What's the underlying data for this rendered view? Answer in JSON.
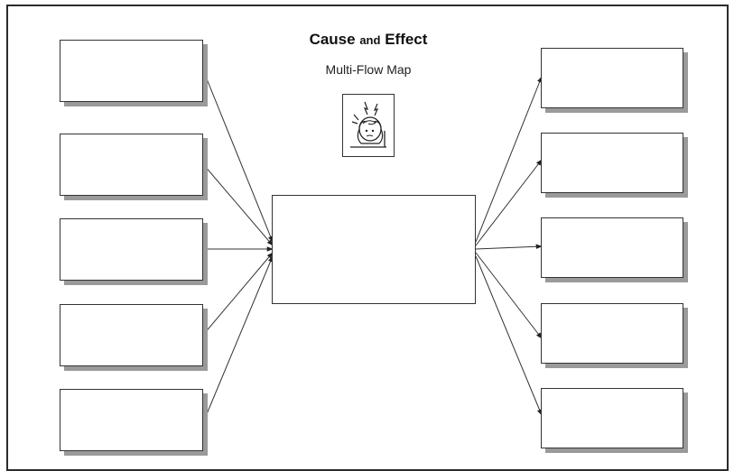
{
  "header": {
    "title_cause": "Cause",
    "title_and": "and",
    "title_effect": "Effect",
    "subtitle": "Multi-Flow Map"
  },
  "icon": "stressed-person-icon",
  "causes": [
    "",
    "",
    "",
    "",
    ""
  ],
  "event": "",
  "effects": [
    "",
    "",
    "",
    "",
    ""
  ],
  "colors": {
    "border": "#333333",
    "shadow": "#9a9a9a",
    "background": "#ffffff"
  }
}
